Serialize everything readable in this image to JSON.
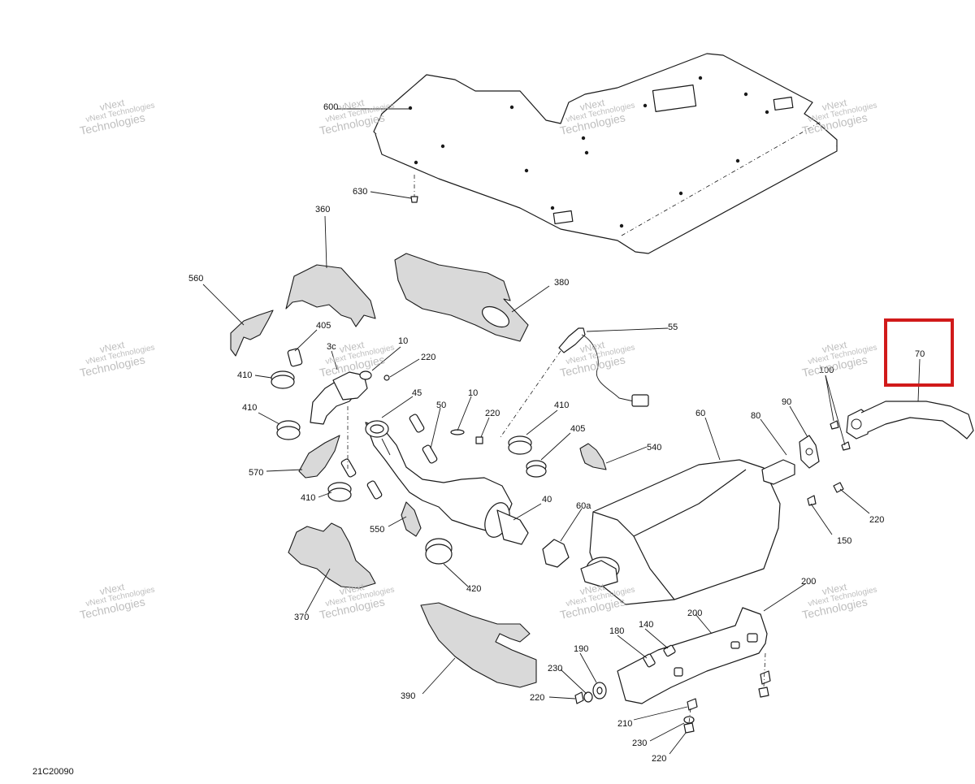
{
  "drawing_code": "21C20090",
  "watermark": [
    "vNext",
    "vNext Technologies",
    "Technologies"
  ],
  "highlight_color": "#d11a1a",
  "callouts": {
    "c600": "600",
    "c630": "630",
    "c360": "360",
    "c380": "380",
    "c560": "560",
    "c405a": "405",
    "c410a": "410",
    "c10a": "10",
    "c220a": "220",
    "c3c": "3c",
    "c45": "45",
    "c50": "50",
    "c10b": "10",
    "c220b": "220",
    "c410b": "410",
    "c55": "55",
    "c410c": "410",
    "c405b": "405",
    "c540": "540",
    "c570": "570",
    "c410d": "410",
    "c40": "40",
    "c60a": "60a",
    "c550": "550",
    "c420": "420",
    "c370": "370",
    "c390": "390",
    "c60": "60",
    "c80": "80",
    "c90": "90",
    "c100": "100",
    "c70": "70",
    "c220c": "220",
    "c150": "150",
    "c200a": "200",
    "c200b": "200",
    "c180": "180",
    "c140": "140",
    "c190": "190",
    "c230a": "230",
    "c220d": "220",
    "c210": "210",
    "c230b": "230",
    "c220e": "220"
  }
}
